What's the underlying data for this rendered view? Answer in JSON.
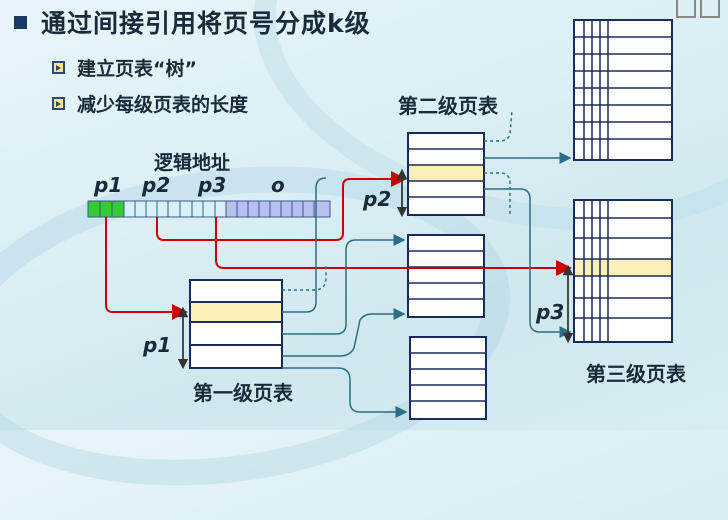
{
  "title": "通过间接引用将页号分成k级",
  "bullets": [
    "建立页表“树”",
    "减少每级页表的长度"
  ],
  "logical_address": {
    "label": "逻辑地址",
    "fields": [
      "p1",
      "p2",
      "p3",
      "o"
    ]
  },
  "tables": {
    "level1": "第一级页表",
    "level2": "第二级页表",
    "level3": "第三级页表"
  },
  "offsets": {
    "p1": "p1",
    "p2": "p2",
    "p3": "p3"
  },
  "colors": {
    "p1_field": "#33cc33",
    "p2_field": "#d7f0f7",
    "o_field": "#b9bff0",
    "highlight_row": "#fbf0b8",
    "red_arrow": "#cc0000",
    "blue_arrow": "#2a6f86"
  }
}
